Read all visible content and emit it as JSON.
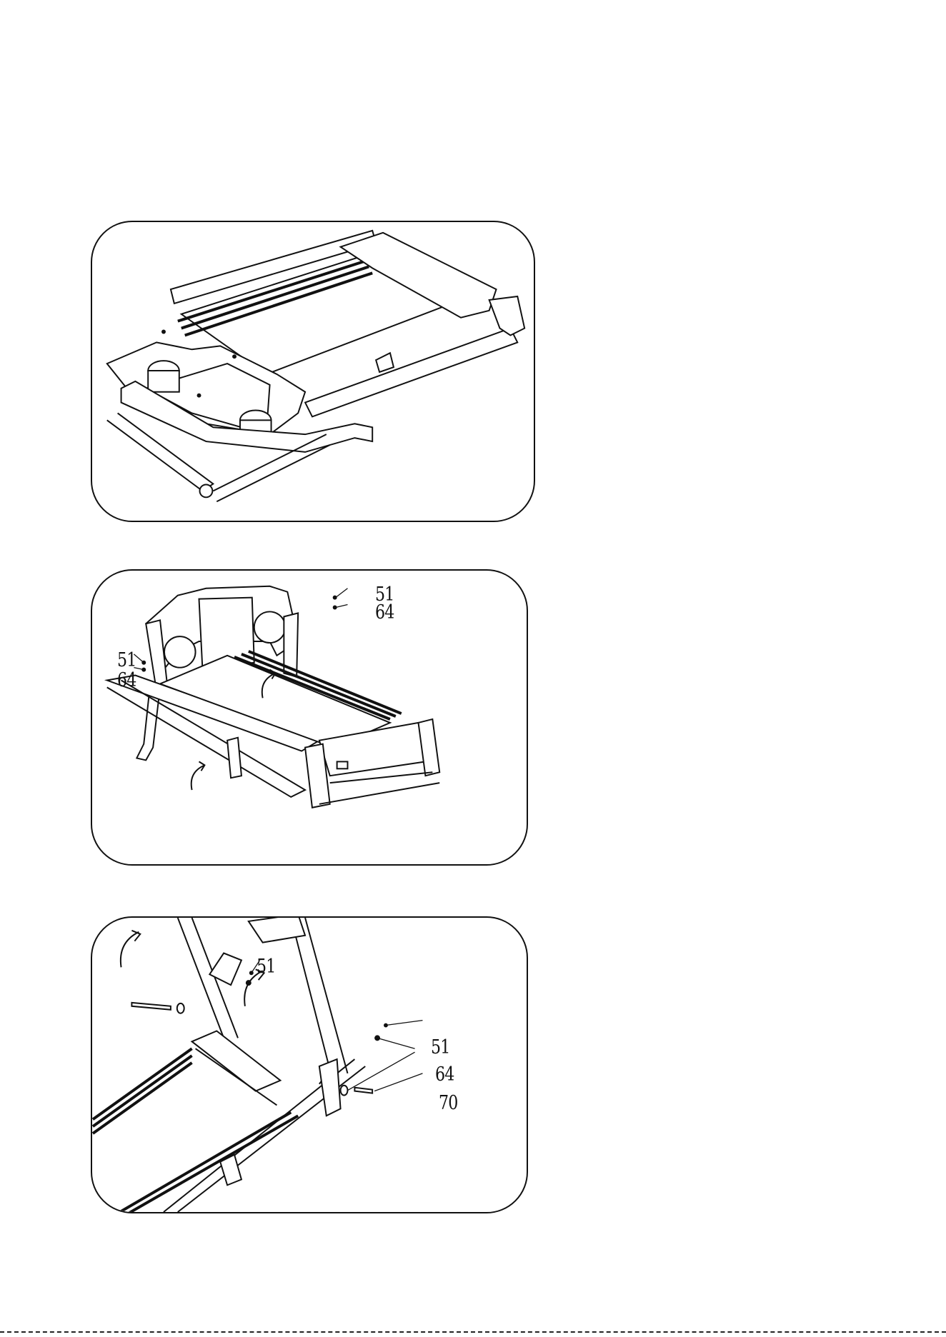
{
  "figures": [
    {
      "callouts": []
    },
    {
      "callouts": [
        "51",
        "64",
        "51",
        "64"
      ]
    },
    {
      "callouts": [
        "51",
        "51",
        "64",
        "70"
      ]
    }
  ],
  "icons": [
    "fold-arrow-icon",
    "bolt-icon",
    "washer-icon"
  ]
}
